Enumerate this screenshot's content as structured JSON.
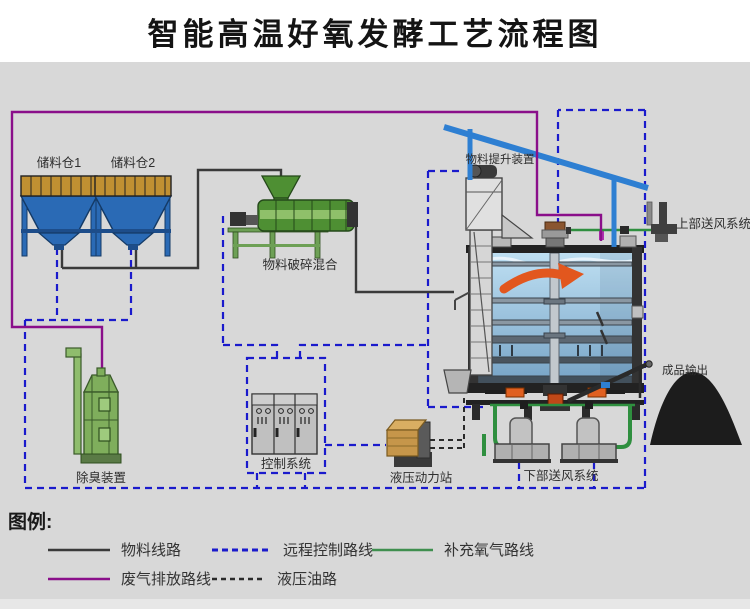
{
  "title": "智能高温好氧发酵工艺流程图",
  "diagram": {
    "labels": {
      "hopper1": "储料仓1",
      "hopper2": "储料仓2",
      "crusher": "物料破碎混合",
      "elevator": "物料提升装置",
      "upper_air": "上部送风系统",
      "lower_air": "下部送风系统",
      "deodorizer": "除臭装置",
      "control": "控制系统",
      "hydraulic": "液压动力站",
      "product": "成品输出"
    }
  },
  "legend": {
    "title": "图例:",
    "items": [
      {
        "label": "物料线路",
        "style": "solid",
        "color": "#3a3a3a"
      },
      {
        "label": "远程控制路线",
        "style": "dashed",
        "color": "#1a1acc"
      },
      {
        "label": "补充氧气路线",
        "style": "solid",
        "color": "#3f8f4f"
      },
      {
        "label": "废气排放路线",
        "style": "solid",
        "color": "#8a0f8a"
      },
      {
        "label": "液压油路",
        "style": "dashed",
        "color": "#2a2a2a"
      }
    ]
  },
  "colors": {
    "material": "#3a3a3a",
    "remote_control": "#1a1acc",
    "oxygen": "#2f8f3f",
    "waste_gas": "#8a0f8a",
    "hydraulic_oil": "#2a2a2a",
    "background": "#d8d8d8",
    "title_bg": "#ffffff"
  }
}
